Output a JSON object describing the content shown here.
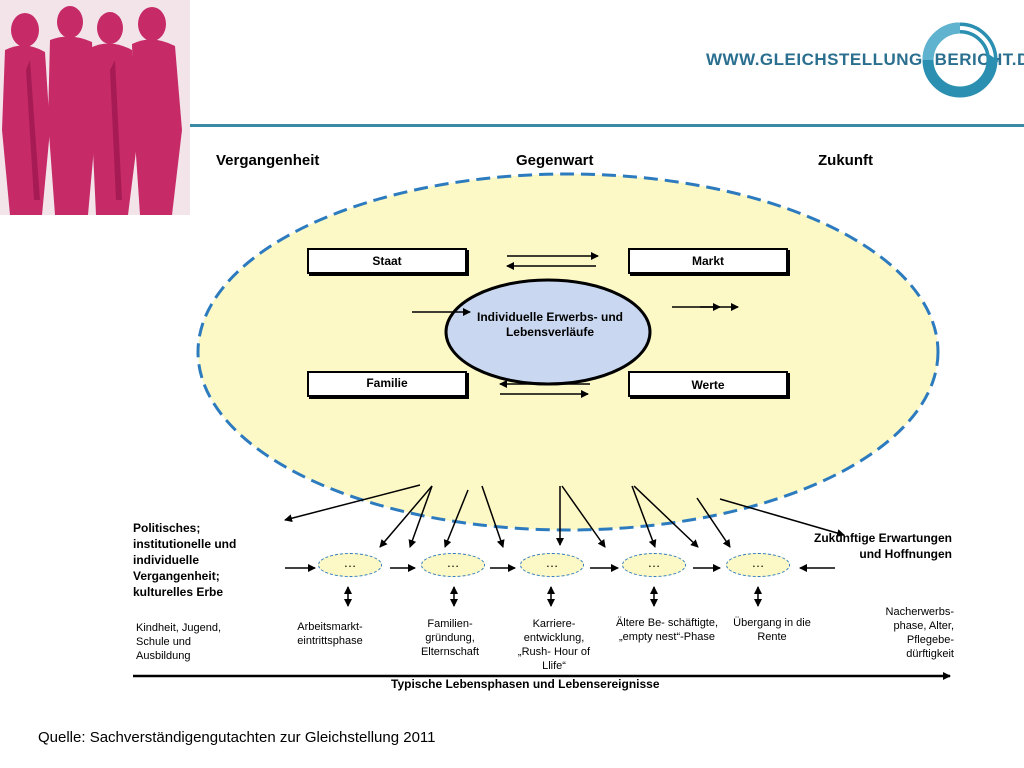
{
  "header": {
    "url": "WWW.GLEICHSTELLUNGSBERICHT.DE",
    "logo_icon": "circular-arrows-logo-icon",
    "photo_icon": "women-silhouettes-photo"
  },
  "timeline": {
    "past": "Vergangenheit",
    "present": "Gegenwart",
    "future": "Zukunft"
  },
  "factors": {
    "staat": "Staat",
    "markt": "Markt",
    "familie": "Familie",
    "werte": "Werte",
    "center": "Individuelle Erwerbs- und Lebensverläufe"
  },
  "side": {
    "left": "Politisches; institutionelle und individuelle Vergangenheit; kulturelles Erbe",
    "right": "Zukünftige Erwartungen und Hoffnungen"
  },
  "phases": {
    "node_text": "…",
    "labels": [
      "Kindheit, Jugend, Schule und Ausbildung",
      "Arbeitsmarkt- eintrittsphase",
      "Familien- gründung, Elternschaft",
      "Karriere- entwicklung, „Rush- Hour of Llife“",
      "Ältere Be- schäftigte, „empty nest“-Phase",
      "Übergang in die Rente",
      "Nacherwerbs- phase, Alter, Pflegebe- dürftigkeit"
    ]
  },
  "axis_label": "Typische Lebensphasen und Lebensereignisse",
  "source": "Quelle: Sachverständigengutachten zur Gleichstellung 2011",
  "colors": {
    "accent": "#3a8aa6",
    "magenta": "#c2185b",
    "ellipse_fill": "#fdf9c6",
    "dashed_blue": "#2d7bbf",
    "center_fill": "#c9d8f0"
  }
}
